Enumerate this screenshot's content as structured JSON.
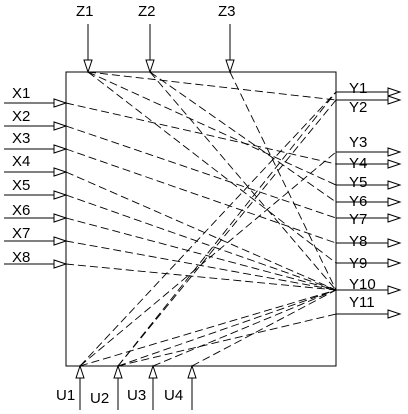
{
  "top_inputs": [
    "Z1",
    "Z2",
    "Z3"
  ],
  "left_inputs": [
    "X1",
    "X2",
    "X3",
    "X4",
    "X5",
    "X6",
    "X7",
    "X8"
  ],
  "bottom_inputs": [
    "U1",
    "U2",
    "U3",
    "U4"
  ],
  "outputs": [
    "Y1",
    "Y2",
    "Y3",
    "Y4",
    "Y5",
    "Y6",
    "Y7",
    "Y8",
    "Y9",
    "Y10",
    "Y11"
  ],
  "connections": [
    [
      "Z1",
      "Y2"
    ],
    [
      "Z1",
      "Y5"
    ],
    [
      "Z1",
      "Y9"
    ],
    [
      "Z2",
      "Y6"
    ],
    [
      "Z2",
      "Y10"
    ],
    [
      "Z3",
      "Y10"
    ],
    [
      "X1",
      "Y4"
    ],
    [
      "X2",
      "Y7"
    ],
    [
      "X3",
      "Y8"
    ],
    [
      "X4",
      "Y10"
    ],
    [
      "X5",
      "Y10"
    ],
    [
      "X6",
      "Y10"
    ],
    [
      "X7",
      "Y10"
    ],
    [
      "X8",
      "Y10"
    ],
    [
      "U1",
      "Y1"
    ],
    [
      "U1",
      "Y3"
    ],
    [
      "U1",
      "Y10"
    ],
    [
      "U2",
      "Y1"
    ],
    [
      "U2",
      "Y2"
    ],
    [
      "U2",
      "Y10"
    ],
    [
      "U2",
      "Y11"
    ],
    [
      "U3",
      "Y10"
    ],
    [
      "U4",
      "Y10"
    ]
  ]
}
